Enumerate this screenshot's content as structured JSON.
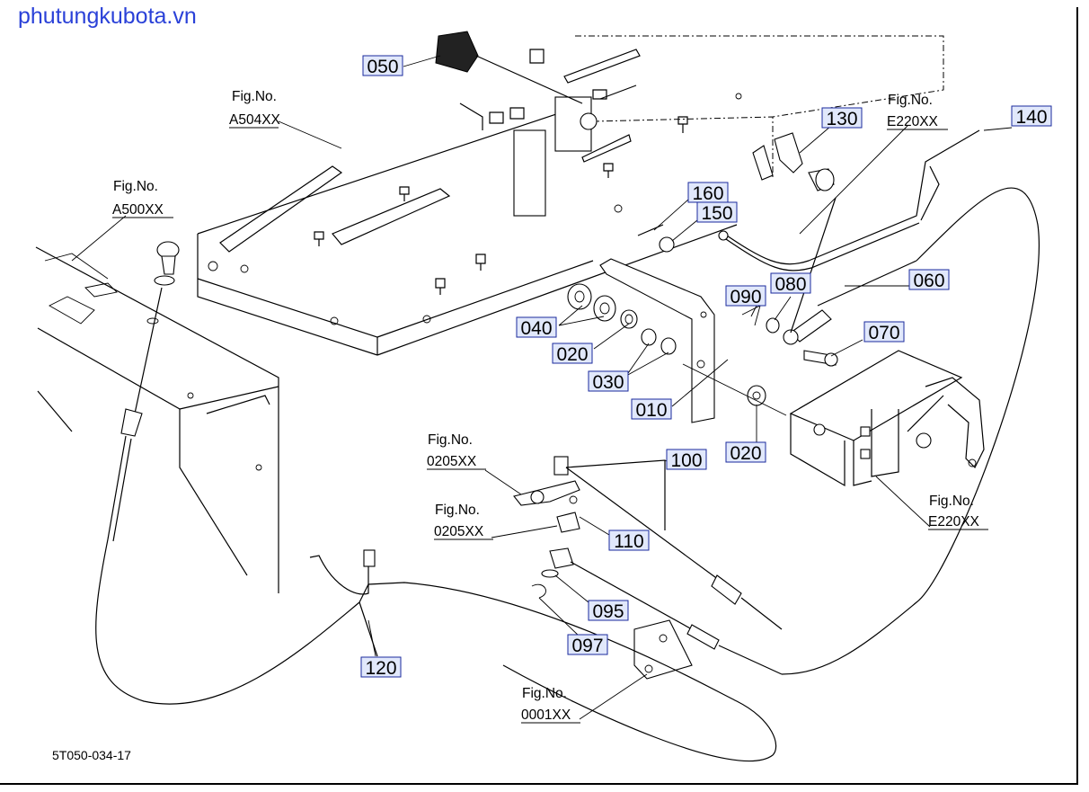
{
  "watermark": "phutungkubota.vn",
  "drawing_code": "5T050-034-17",
  "colors": {
    "callout_box_fill": "#e1e8fb",
    "callout_box_border": "#1a2a9c",
    "watermark": "#2a41d8"
  },
  "callouts": [
    {
      "id": "c050",
      "label": "050"
    },
    {
      "id": "c130",
      "label": "130"
    },
    {
      "id": "c140",
      "label": "140"
    },
    {
      "id": "c160",
      "label": "160"
    },
    {
      "id": "c150",
      "label": "150"
    },
    {
      "id": "c060",
      "label": "060"
    },
    {
      "id": "c090",
      "label": "090"
    },
    {
      "id": "c080",
      "label": "080"
    },
    {
      "id": "c070",
      "label": "070"
    },
    {
      "id": "c040",
      "label": "040"
    },
    {
      "id": "c020a",
      "label": "020"
    },
    {
      "id": "c030",
      "label": "030"
    },
    {
      "id": "c010",
      "label": "010"
    },
    {
      "id": "c020b",
      "label": "020"
    },
    {
      "id": "c100",
      "label": "100"
    },
    {
      "id": "c110",
      "label": "110"
    },
    {
      "id": "c095",
      "label": "095"
    },
    {
      "id": "c097",
      "label": "097"
    },
    {
      "id": "c120",
      "label": "120"
    }
  ],
  "fig_refs": [
    {
      "id": "f1",
      "line1": "Fig.No.",
      "line2": "A504XX"
    },
    {
      "id": "f2",
      "line1": "Fig.No.",
      "line2": "A500XX"
    },
    {
      "id": "f3",
      "line1": "Fig.No.",
      "line2": "E220XX"
    },
    {
      "id": "f4",
      "line1": "Fig.No.",
      "line2": "0205XX"
    },
    {
      "id": "f5",
      "line1": "Fig.No.",
      "line2": "0205XX"
    },
    {
      "id": "f6",
      "line1": "Fig.No.",
      "line2": "E220XX"
    },
    {
      "id": "f7",
      "line1": "Fig.No.",
      "line2": "0001XX"
    }
  ]
}
